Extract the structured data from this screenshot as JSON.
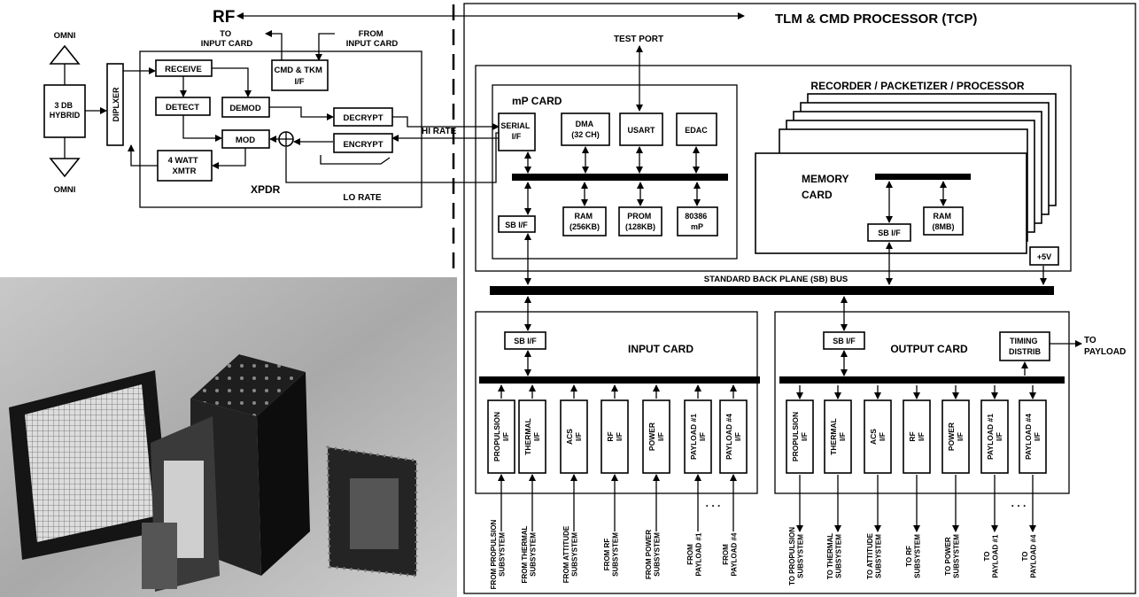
{
  "rf": "RF",
  "tcp_title": "TLM & CMD PROCESSOR (TCP)",
  "test_port": "TEST PORT",
  "to_input_card": [
    "TO",
    "INPUT CARD"
  ],
  "from_input_card": [
    "FROM",
    "INPUT CARD"
  ],
  "omni_top": "OMNI",
  "omni_bottom": "OMNI",
  "hybrid": [
    "3 DB",
    "HYBRID"
  ],
  "diplexer": "DIPLXER",
  "xpdr": {
    "label": "XPDR",
    "receive": "RECEIVE",
    "detect": "DETECT",
    "demod": "DEMOD",
    "mod": "MOD",
    "xmtr": [
      "4 WATT",
      "XMTR"
    ],
    "cmd_tkm": [
      "CMD & TKM",
      "I/F"
    ],
    "decrypt": "DECRYPT",
    "encrypt": "ENCRYPT",
    "lo_rate": "LO RATE",
    "hi_rate": "HI RATE"
  },
  "rpp_title": "RECORDER / PACKETIZER / PROCESSOR",
  "mp_card": {
    "title": "mP CARD",
    "serial": [
      "SERIAL",
      "I/F"
    ],
    "dma": [
      "DMA",
      "(32 CH)"
    ],
    "usart": "USART",
    "edac": "EDAC",
    "sb_if": "SB I/F",
    "ram": [
      "RAM",
      "(256KB)"
    ],
    "prom": [
      "PROM",
      "(128KB)"
    ],
    "cpu": [
      "80386",
      "mP"
    ]
  },
  "memory_card": {
    "title": [
      "MEMORY",
      "CARD"
    ],
    "sb_if": "SB I/F",
    "ram": [
      "RAM",
      "(8MB)"
    ],
    "power": "+5V"
  },
  "backplane": "STANDARD BACK PLANE (SB) BUS",
  "input_card": {
    "title": "INPUT CARD",
    "sb_if": "SB I/F",
    "interfaces": [
      [
        "PROPULSION",
        "I/F"
      ],
      [
        "THERMAL",
        "I/F"
      ],
      [
        "ACS",
        "I/F"
      ],
      [
        "RF",
        "I/F"
      ],
      [
        "POWER",
        "I/F"
      ],
      [
        "PAYLOAD #1",
        "I/F"
      ],
      [
        "PAYLOAD #4",
        "I/F"
      ]
    ],
    "sources": [
      [
        "FROM PROPULSION",
        "SUBSYSTEM"
      ],
      [
        "FROM THERMAL",
        "SUBSYSTEM"
      ],
      [
        "FROM ATTITUDE",
        "SUBSYSTEM"
      ],
      [
        "FROM RF",
        "SUBSYSTEM"
      ],
      [
        "FROM POWER",
        "SUBSYSTEM"
      ],
      [
        "FROM",
        "PAYLOAD #1"
      ],
      [
        "FROM",
        "PAYLOAD #4"
      ]
    ]
  },
  "output_card": {
    "title": "OUTPUT CARD",
    "sb_if": "SB I/F",
    "timing": [
      "TIMING",
      "DISTRIB"
    ],
    "to_payload": [
      "TO",
      "PAYLOAD"
    ],
    "interfaces": [
      [
        "PROPULSION",
        "I/F"
      ],
      [
        "THERMAL",
        "I/F"
      ],
      [
        "ACS",
        "I/F"
      ],
      [
        "RF",
        "I/F"
      ],
      [
        "POWER",
        "I/F"
      ],
      [
        "PAYLOAD #1",
        "I/F"
      ],
      [
        "PAYLOAD #4",
        "I/F"
      ]
    ],
    "destinations": [
      [
        "TO PROPULSION",
        "SUBSYSTEM"
      ],
      [
        "TO THERMAL",
        "SUBSYSTEM"
      ],
      [
        "TO ATTITUDE",
        "SUBSYSTEM"
      ],
      [
        "TO RF",
        "SUBSYSTEM"
      ],
      [
        "TO POWER",
        "SUBSYSTEM"
      ],
      [
        "TO",
        "PAYLOAD #1"
      ],
      [
        "TO",
        "PAYLOAD #4"
      ]
    ]
  },
  "ellipsis": ". . ."
}
